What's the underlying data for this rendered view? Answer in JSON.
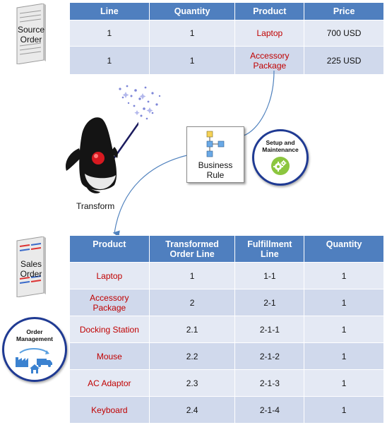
{
  "source_order": {
    "label_line1": "Source",
    "label_line2": "Order",
    "headers": [
      "Line",
      "Quantity",
      "Product",
      "Price"
    ],
    "rows": [
      {
        "line": "1",
        "quantity": "1",
        "product": "Laptop",
        "price": "700 USD"
      },
      {
        "line": "1",
        "quantity": "1",
        "product_line1": "Accessory",
        "product_line2": "Package",
        "price": "225 USD"
      }
    ]
  },
  "transform_label": "Transform",
  "business_rule": {
    "line1": "Business",
    "line2": "Rule"
  },
  "setup_badge": {
    "line1": "Setup and",
    "line2": "Maintenance"
  },
  "sales_order": {
    "label_line1": "Sales",
    "label_line2": "Order",
    "headers": [
      {
        "line1": "Product",
        "line2": ""
      },
      {
        "line1": "Transformed",
        "line2": "Order Line"
      },
      {
        "line1": "Fulfillment",
        "line2": "Line"
      },
      {
        "line1": "Quantity",
        "line2": ""
      }
    ],
    "rows": [
      {
        "product": "Laptop",
        "transformed": "1",
        "fulfillment": "1-1",
        "quantity": "1"
      },
      {
        "product_line1": "Accessory",
        "product_line2": "Package",
        "transformed": "2",
        "fulfillment": "2-1",
        "quantity": "1"
      },
      {
        "product": "Docking Station",
        "transformed": "2.1",
        "fulfillment": "2-1-1",
        "quantity": "1"
      },
      {
        "product": "Mouse",
        "transformed": "2.2",
        "fulfillment": "2-1-2",
        "quantity": "1"
      },
      {
        "product": "AC Adaptor",
        "transformed": "2.3",
        "fulfillment": "2-1-3",
        "quantity": "1"
      },
      {
        "product": "Keyboard",
        "transformed": "2.4",
        "fulfillment": "2-1-4",
        "quantity": "1"
      }
    ]
  },
  "order_mgmt_badge": {
    "line1": "Order",
    "line2": "Management"
  },
  "colors": {
    "header_blue": "#4f7fbf",
    "row_light": "#e4e9f4",
    "row_dark": "#d0d9ec",
    "product_red": "#c00000",
    "badge_ring": "#1f3a93",
    "gear_green": "#8cc63f",
    "arrow_blue": "#4f81bd"
  }
}
